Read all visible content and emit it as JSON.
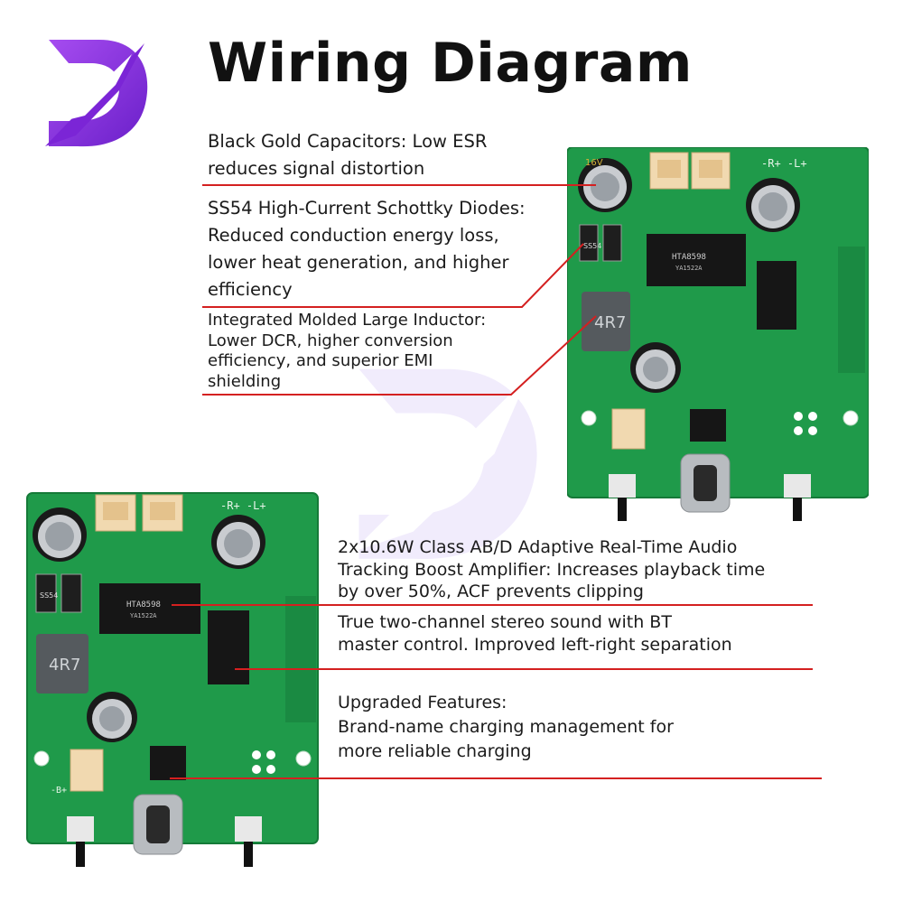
{
  "header": {
    "title": "Wiring Diagram"
  },
  "annotations": [
    {
      "lines": [
        "Black Gold Capacitors: Low ESR",
        "reduces signal distortion"
      ]
    },
    {
      "lines": [
        "SS54 High-Current Schottky Diodes:",
        "Reduced conduction energy loss,",
        "lower heat generation, and higher",
        "efficiency"
      ]
    },
    {
      "lines": [
        "Integrated Molded Large Inductor:",
        "Lower DCR, higher conversion",
        "efficiency, and superior EMI",
        "shielding"
      ]
    },
    {
      "lines": [
        "2x10.6W Class AB/D Adaptive Real-Time Audio",
        "Tracking Boost Amplifier: Increases playback time",
        "by over 50%, ACF prevents clipping"
      ]
    },
    {
      "lines": [
        "True two-channel stereo sound with BT",
        "master control. Improved left-right separation"
      ]
    },
    {
      "lines": [
        "Upgraded Features:",
        "Brand-name charging management for",
        "more reliable charging"
      ]
    }
  ],
  "board": {
    "chip_label": "HTA8598",
    "chip_sub": "YA1522A",
    "diode_label": "SS54",
    "inductor_label": "4R7",
    "cap_label": "16V",
    "silk_top": "-R+ -L+",
    "silk_b": "-B+"
  },
  "colors": {
    "pcb": "#1f9a4a",
    "pcb_dark": "#177a3a",
    "leader_line": "#d42020",
    "logo": "#8a2bd9"
  }
}
